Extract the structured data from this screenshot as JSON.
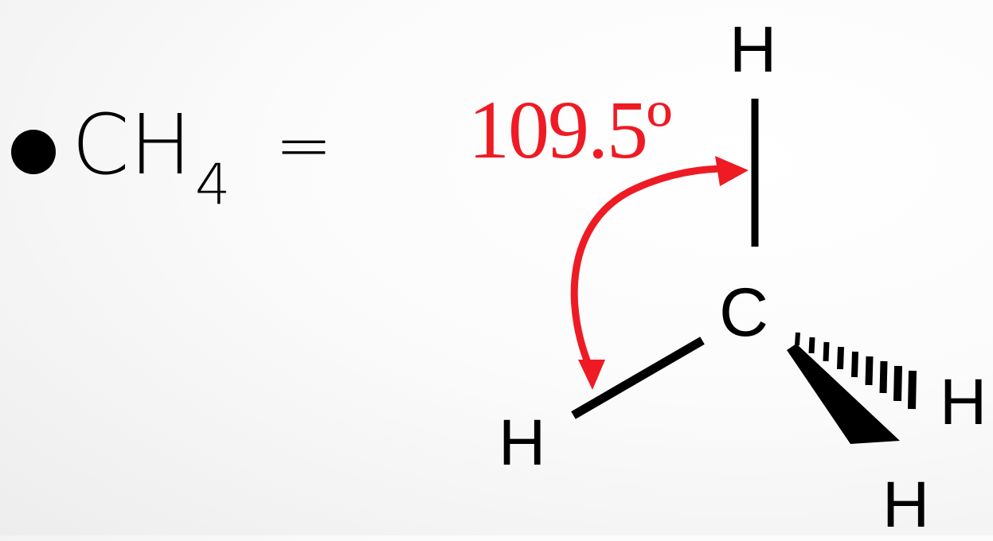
{
  "formula": {
    "element_c": "C",
    "element_h": "H",
    "subscript": "4",
    "equals": "="
  },
  "angle_label": "109.5º",
  "atoms": {
    "top_h": "H",
    "center_c": "C",
    "left_h": "H",
    "right_h": "H",
    "bottom_h": "H"
  },
  "colors": {
    "text": "#000000",
    "angle": "#ee1b24",
    "background": "#f6f6f6"
  }
}
